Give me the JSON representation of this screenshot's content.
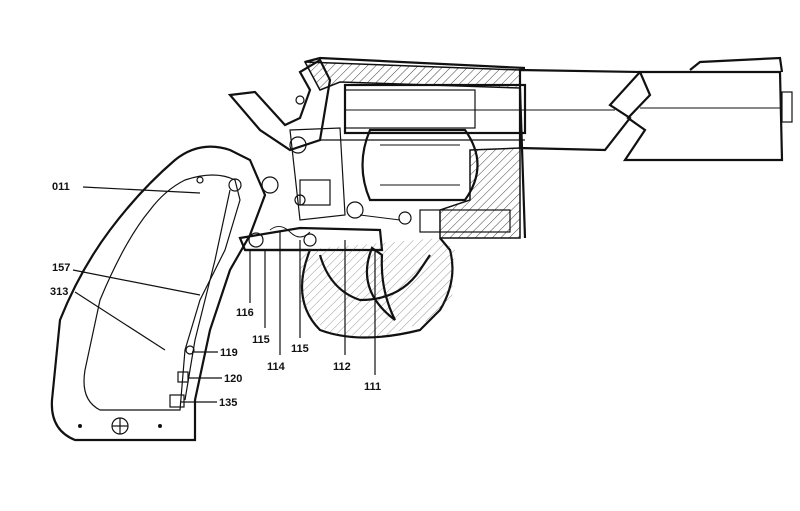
{
  "diagram": {
    "colors": {
      "ink": "#111111",
      "paper": "#ffffff",
      "hatch": "#444444"
    },
    "labels": {
      "l011": "011",
      "l157": "157",
      "l313": "313",
      "l116": "116",
      "l115a": "115",
      "l114": "114",
      "l115b": "115",
      "l112": "112",
      "l111": "111",
      "l119": "119",
      "l120": "120",
      "l135": "135"
    }
  }
}
